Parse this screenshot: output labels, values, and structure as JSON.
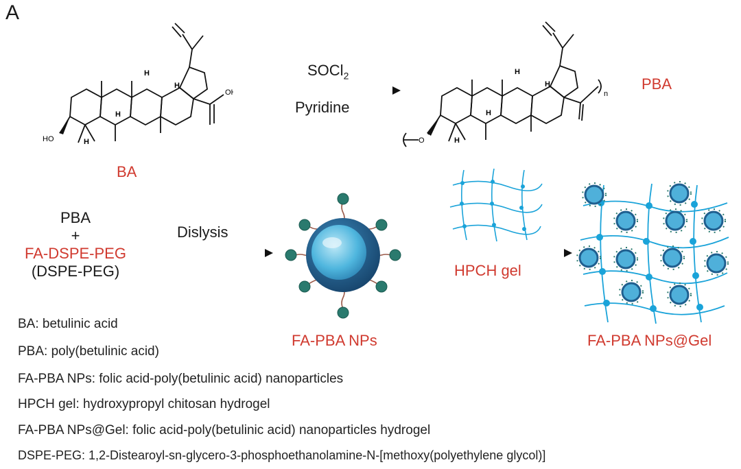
{
  "panel_label": "A",
  "reaction1": {
    "reagent_top": "SOCl",
    "reagent_sub": "2",
    "reagent_bottom": "Pyridine",
    "reactant_label": "BA",
    "product_label": "PBA",
    "reactant_atoms": {
      "oh_acid": "OH",
      "ho_ring": "HO",
      "h_top1": "H",
      "h_top2": "H",
      "h_mid": "H",
      "h_low": "H"
    },
    "product_atoms": {
      "n_sub": "n",
      "o_link": "O",
      "h_top1": "H",
      "h_top2": "H",
      "h_mid": "H",
      "h_low": "H"
    }
  },
  "reaction2": {
    "input_line1": "PBA",
    "input_plus": "+",
    "input_line2": "FA-DSPE-PEG",
    "input_line3": "(DSPE-PEG)",
    "arrow1_label": "Dislysis",
    "arrow2_label": "HPCH gel",
    "np_label": "FA-PBA NPs",
    "gel_label": "FA-PBA NPs@Gel"
  },
  "glossary": [
    "BA: betulinic acid",
    "PBA: poly(betulinic acid)",
    "FA-PBA NPs: folic acid-poly(betulinic acid)  nanoparticles",
    "HPCH gel: hydroxypropyl chitosan hydrogel",
    "FA-PBA NPs@Gel: folic acid-poly(betulinic acid) nanoparticles hydrogel",
    "DSPE-PEG: 1,2-Distearoyl-sn-glycero-3-phosphoethanolamine-N-[methoxy(polyethylene glycol)]"
  ],
  "colors": {
    "label_red": "#d03a2f",
    "np_core": "#3aa9d6",
    "np_shell": "#1f5f8f",
    "ligand": "#2a7a6e",
    "gel_line": "#1aa3d9"
  }
}
